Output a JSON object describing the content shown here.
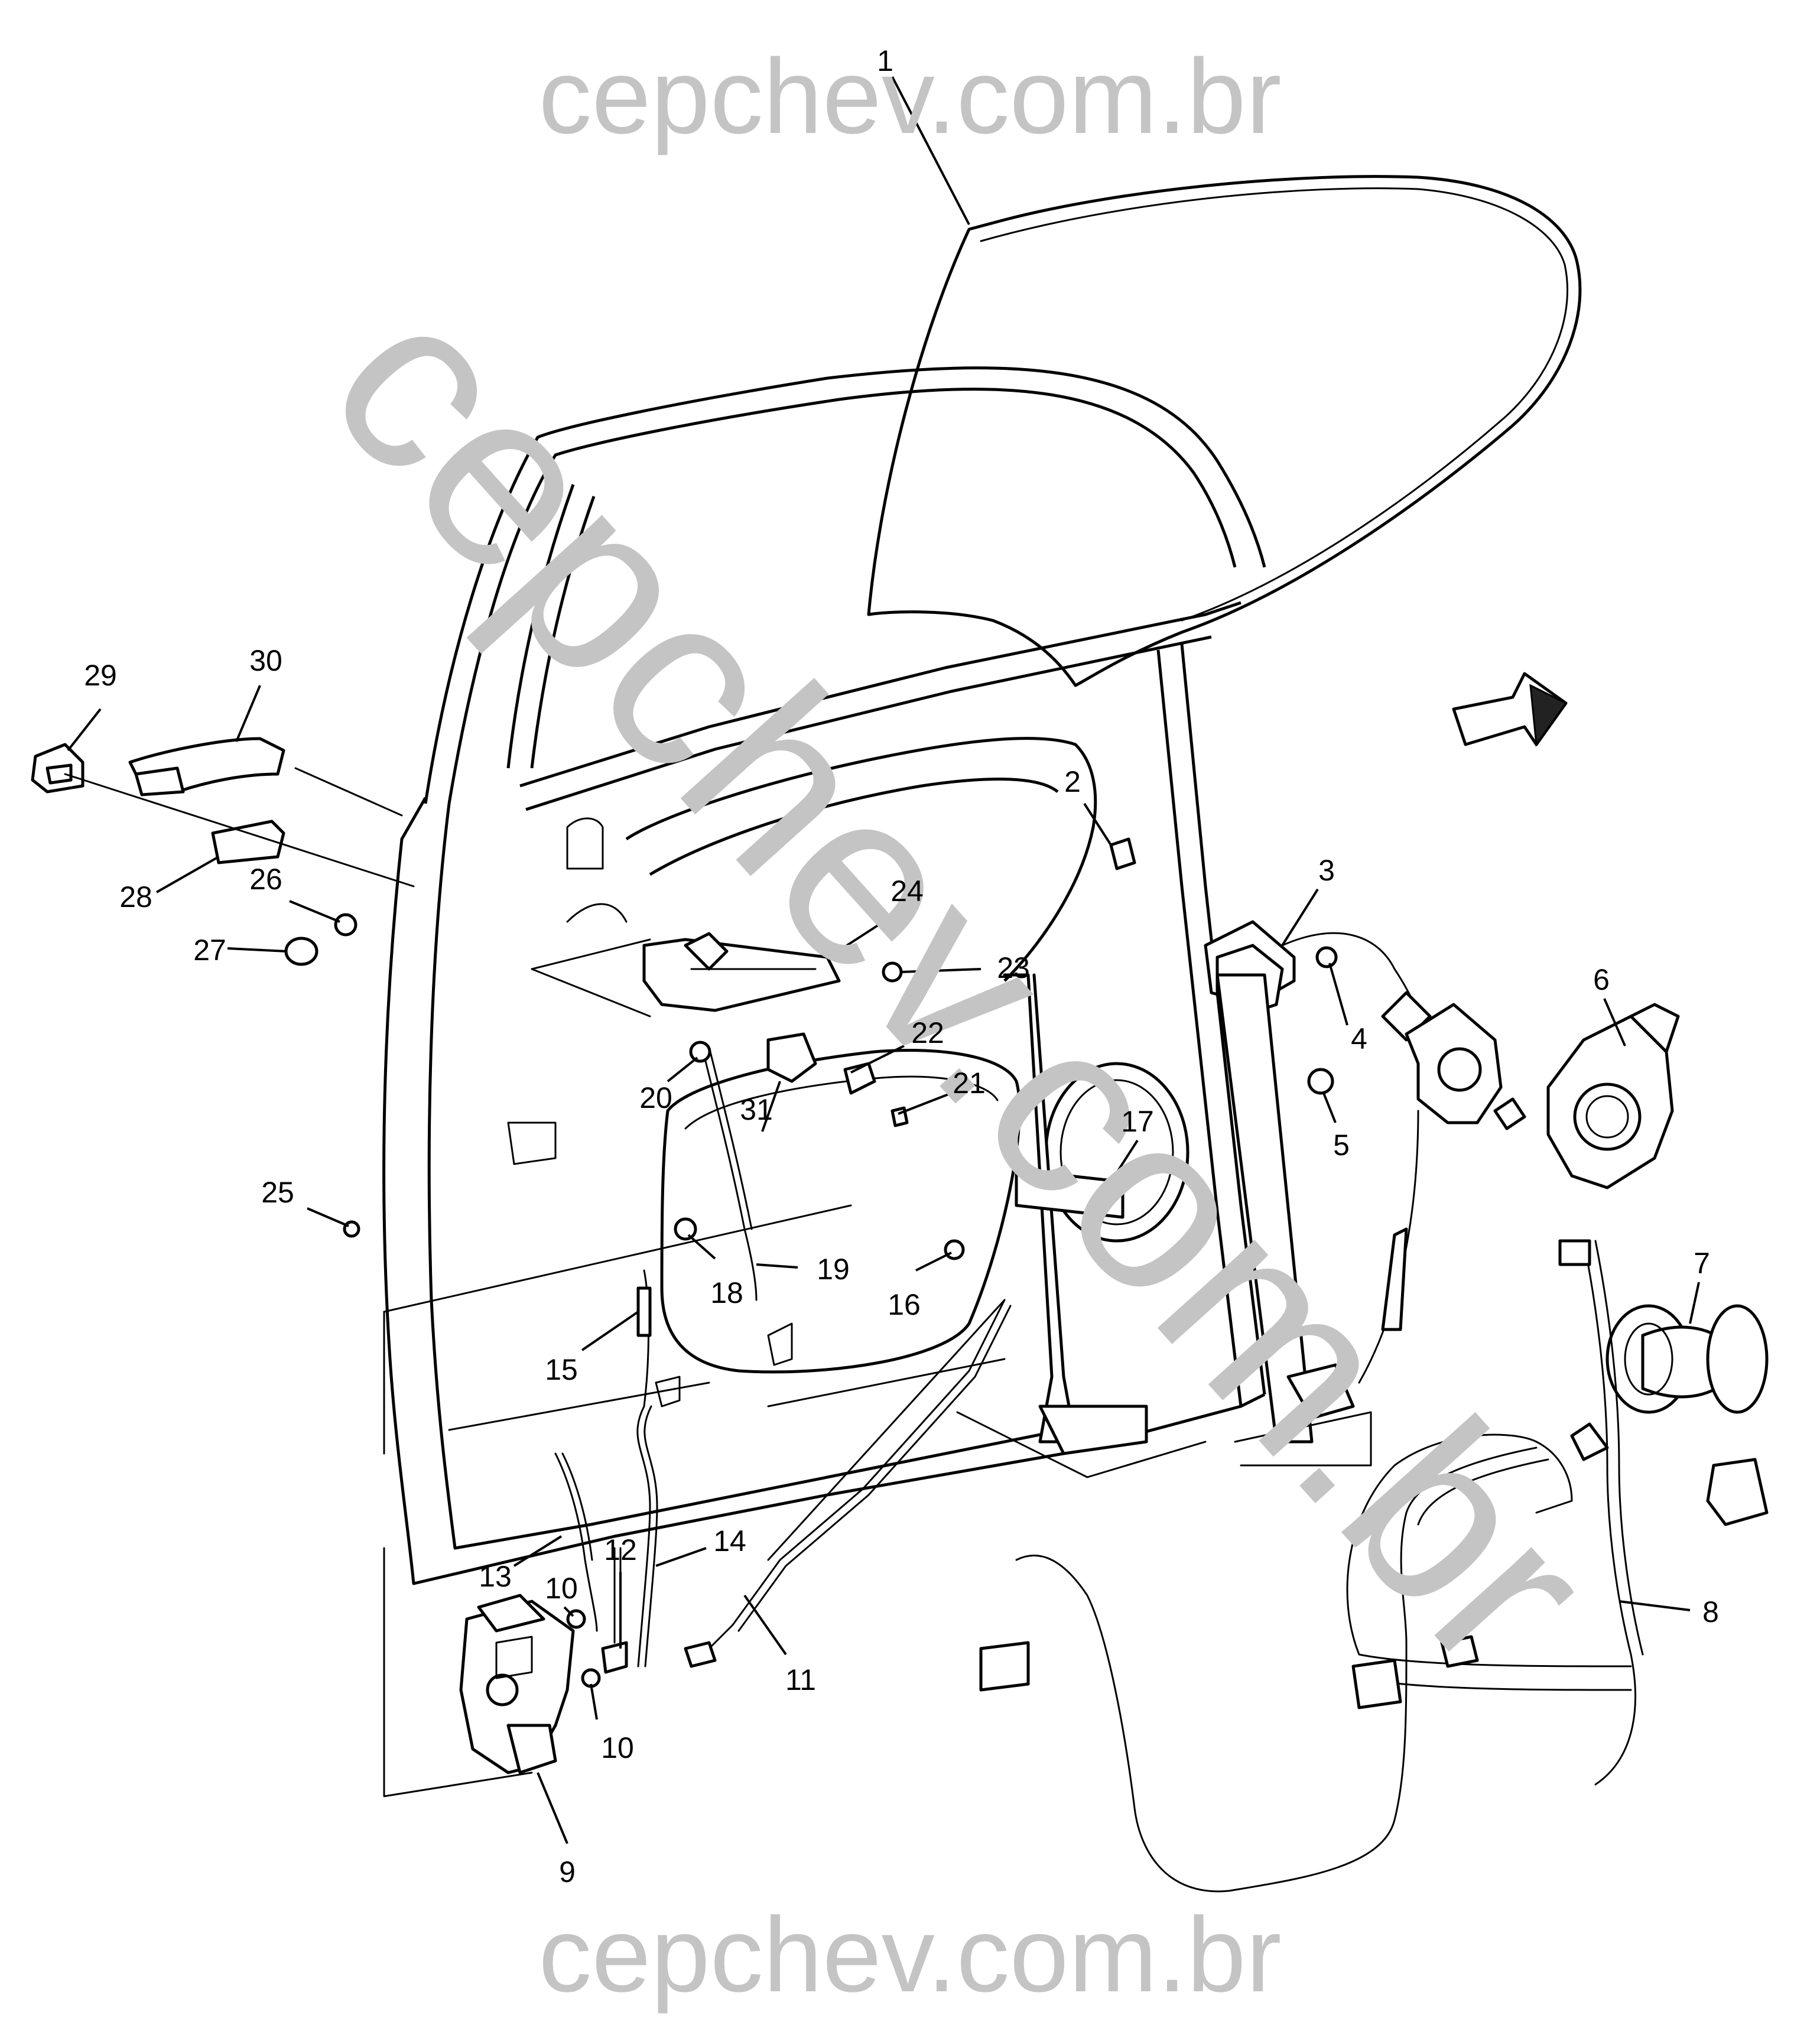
{
  "watermark": {
    "text": "cepchev.com.br",
    "color": "#c4c4c4"
  },
  "callouts": [
    {
      "id": "1",
      "text": "1"
    },
    {
      "id": "2",
      "text": "2"
    },
    {
      "id": "3",
      "text": "3"
    },
    {
      "id": "4",
      "text": "4"
    },
    {
      "id": "5",
      "text": "5"
    },
    {
      "id": "6",
      "text": "6"
    },
    {
      "id": "7",
      "text": "7"
    },
    {
      "id": "8",
      "text": "8"
    },
    {
      "id": "9",
      "text": "9"
    },
    {
      "id": "10a",
      "text": "10"
    },
    {
      "id": "10b",
      "text": "10"
    },
    {
      "id": "11",
      "text": "11"
    },
    {
      "id": "12",
      "text": "12"
    },
    {
      "id": "13",
      "text": "13"
    },
    {
      "id": "14",
      "text": "14"
    },
    {
      "id": "15",
      "text": "15"
    },
    {
      "id": "16",
      "text": "16"
    },
    {
      "id": "17",
      "text": "17"
    },
    {
      "id": "18",
      "text": "18"
    },
    {
      "id": "19",
      "text": "19"
    },
    {
      "id": "20",
      "text": "20"
    },
    {
      "id": "21",
      "text": "21"
    },
    {
      "id": "22",
      "text": "22"
    },
    {
      "id": "23",
      "text": "23"
    },
    {
      "id": "24",
      "text": "24"
    },
    {
      "id": "25",
      "text": "25"
    },
    {
      "id": "26",
      "text": "26"
    },
    {
      "id": "27",
      "text": "27"
    },
    {
      "id": "28",
      "text": "28"
    },
    {
      "id": "29",
      "text": "29"
    },
    {
      "id": "30",
      "text": "30"
    },
    {
      "id": "31",
      "text": "31"
    }
  ]
}
